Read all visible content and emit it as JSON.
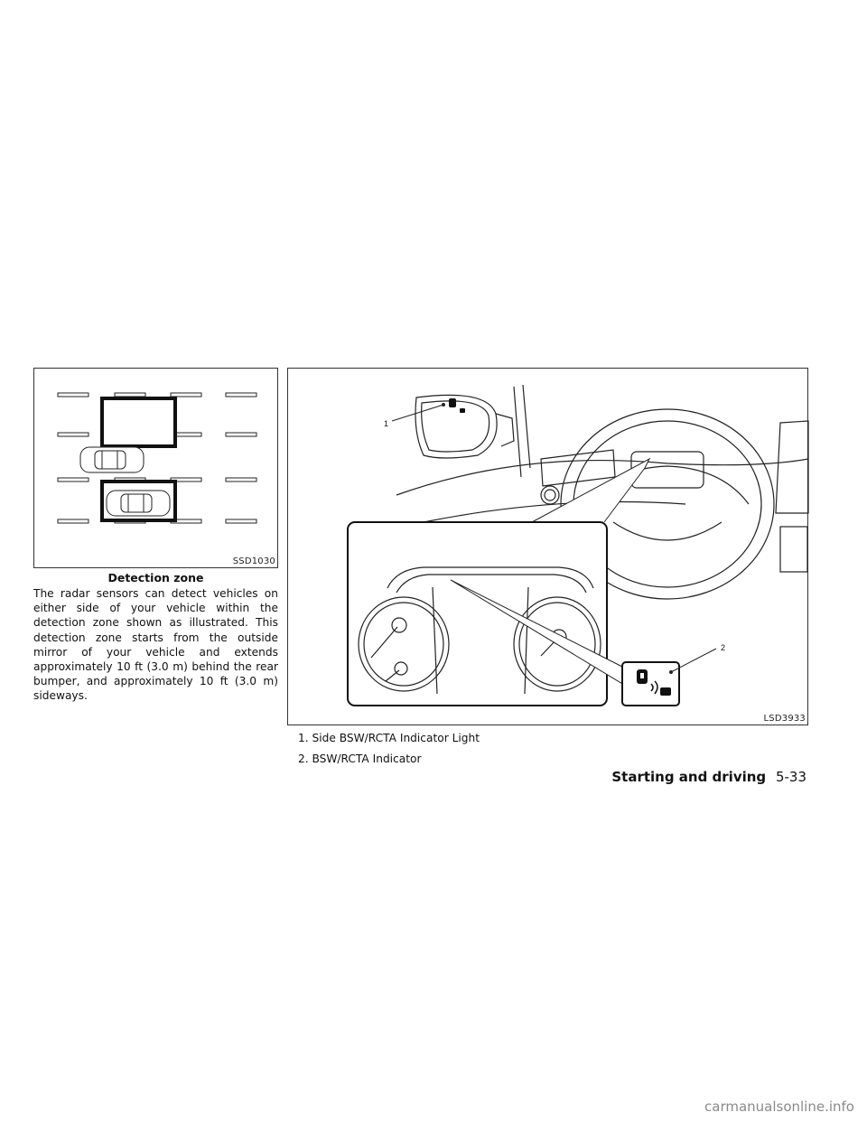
{
  "figure1": {
    "code": "SSD1030",
    "caption": "Detection zone"
  },
  "body_text": "The radar sensors can detect vehicles on either side of your vehicle within the detection zone shown as illustrated. This detection zone starts from the outside mirror of your vehicle and extends approximately 10 ft (3.0 m) behind the rear bumper, and approximately 10 ft (3.0 m) sideways.",
  "figure2": {
    "code": "LSD3933",
    "callout_1": "1",
    "callout_2": "2"
  },
  "legend": [
    "1. Side BSW/RCTA Indicator Light",
    "2. BSW/RCTA Indicator"
  ],
  "footer": {
    "section": "Starting and driving",
    "page": "5-33"
  },
  "watermark": "carmanualsonline.info"
}
